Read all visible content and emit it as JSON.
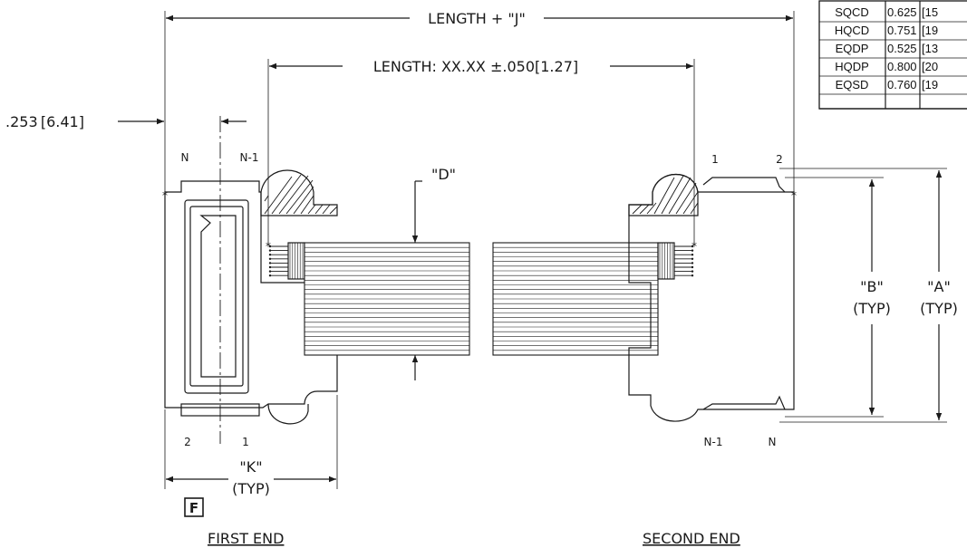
{
  "dimensions": {
    "length_j": "LENGTH + \"J\"",
    "length_tol": "LENGTH: XX.XX ±.050[1.27]",
    "offset": ".253 [6.41]",
    "d": "\"D\"",
    "b": "\"B\"",
    "b_typ": "(TYP)",
    "a": "\"A\"",
    "a_typ": "(TYP)",
    "k": "\"K\"",
    "k_typ": "(TYP)"
  },
  "pins": {
    "first_n": "N",
    "first_n1": "N-1",
    "first_2": "2",
    "first_1": "1",
    "second_1": "1",
    "second_2": "2",
    "second_n1": "N-1",
    "second_n": "N"
  },
  "flag": "F",
  "labels": {
    "first_end": "FIRST END",
    "second_end": "SECOND END"
  },
  "table": {
    "rows": [
      {
        "code": "SQCD",
        "value": "0.625",
        "metric": "[15"
      },
      {
        "code": "HQCD",
        "value": "0.751",
        "metric": "[19"
      },
      {
        "code": "EQDP",
        "value": "0.525",
        "metric": "[13"
      },
      {
        "code": "HQDP",
        "value": "0.800",
        "metric": "[20"
      },
      {
        "code": "EQSD",
        "value": "0.760",
        "metric": "[19"
      }
    ]
  }
}
